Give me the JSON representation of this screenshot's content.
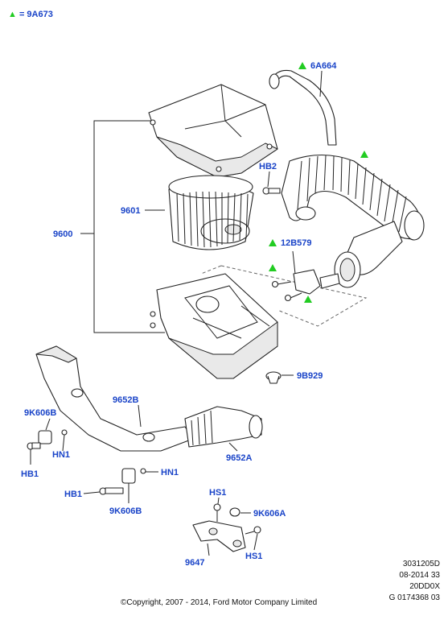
{
  "legend": {
    "text": "= 9A673",
    "marker": "green-triangle"
  },
  "labels": {
    "l_6A664": "6A664",
    "l_HB2": "HB2",
    "l_9601": "9601",
    "l_9600": "9600",
    "l_12B579": "12B579",
    "l_9B929": "9B929",
    "l_9K606B_top": "9K606B",
    "l_9652B": "9652B",
    "l_HN1_left": "HN1",
    "l_HB1_left": "HB1",
    "l_9652A": "9652A",
    "l_HN1_mid": "HN1",
    "l_HB1_mid": "HB1",
    "l_9K606B_mid": "9K606B",
    "l_HS1_top": "HS1",
    "l_9K606A": "9K606A",
    "l_9647": "9647",
    "l_HS1_bottom": "HS1"
  },
  "meta": {
    "line1": "3031205D",
    "line2": "08-2014 33",
    "line3": "20DD0X",
    "line4": "G 0174368 03"
  },
  "copyright": "©Copyright, 2007 - 2014, Ford Motor Company Limited",
  "colors": {
    "label": "#1a44c8",
    "marker": "#22cc22",
    "line": "#222222"
  }
}
